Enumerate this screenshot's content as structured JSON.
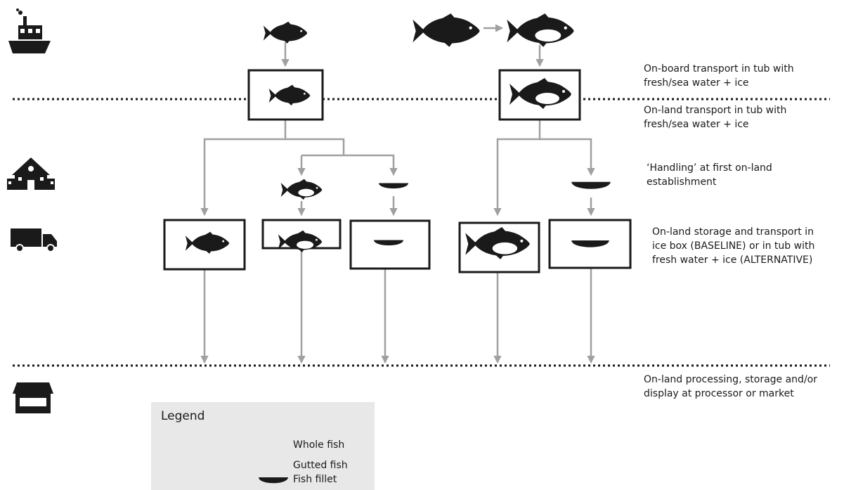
{
  "stages": {
    "onboard": "On-board transport in tub with\nfresh/sea water + ice",
    "onland_transport": "On-land transport in tub with\nfresh/sea water + ice",
    "handling": "‘Handling’ at first on-land\nestablishment",
    "storage": "On-land storage and transport in\nice box (BASELINE) or in tub with\nfresh water + ice (ALTERNATIVE)",
    "processing": "On-land processing, storage and/or\ndisplay at processor or market"
  },
  "legend": {
    "title": "Legend",
    "whole": "Whole fish",
    "gutted": "Gutted fish",
    "fillet": "Fish fillet"
  },
  "icons": [
    "ship-icon",
    "building-icon",
    "truck-icon",
    "market-stall-icon"
  ],
  "colors": {
    "icon": "#1a1a1a",
    "arrow": "#a0a0a0",
    "legend_bg": "#e8e8e8"
  }
}
